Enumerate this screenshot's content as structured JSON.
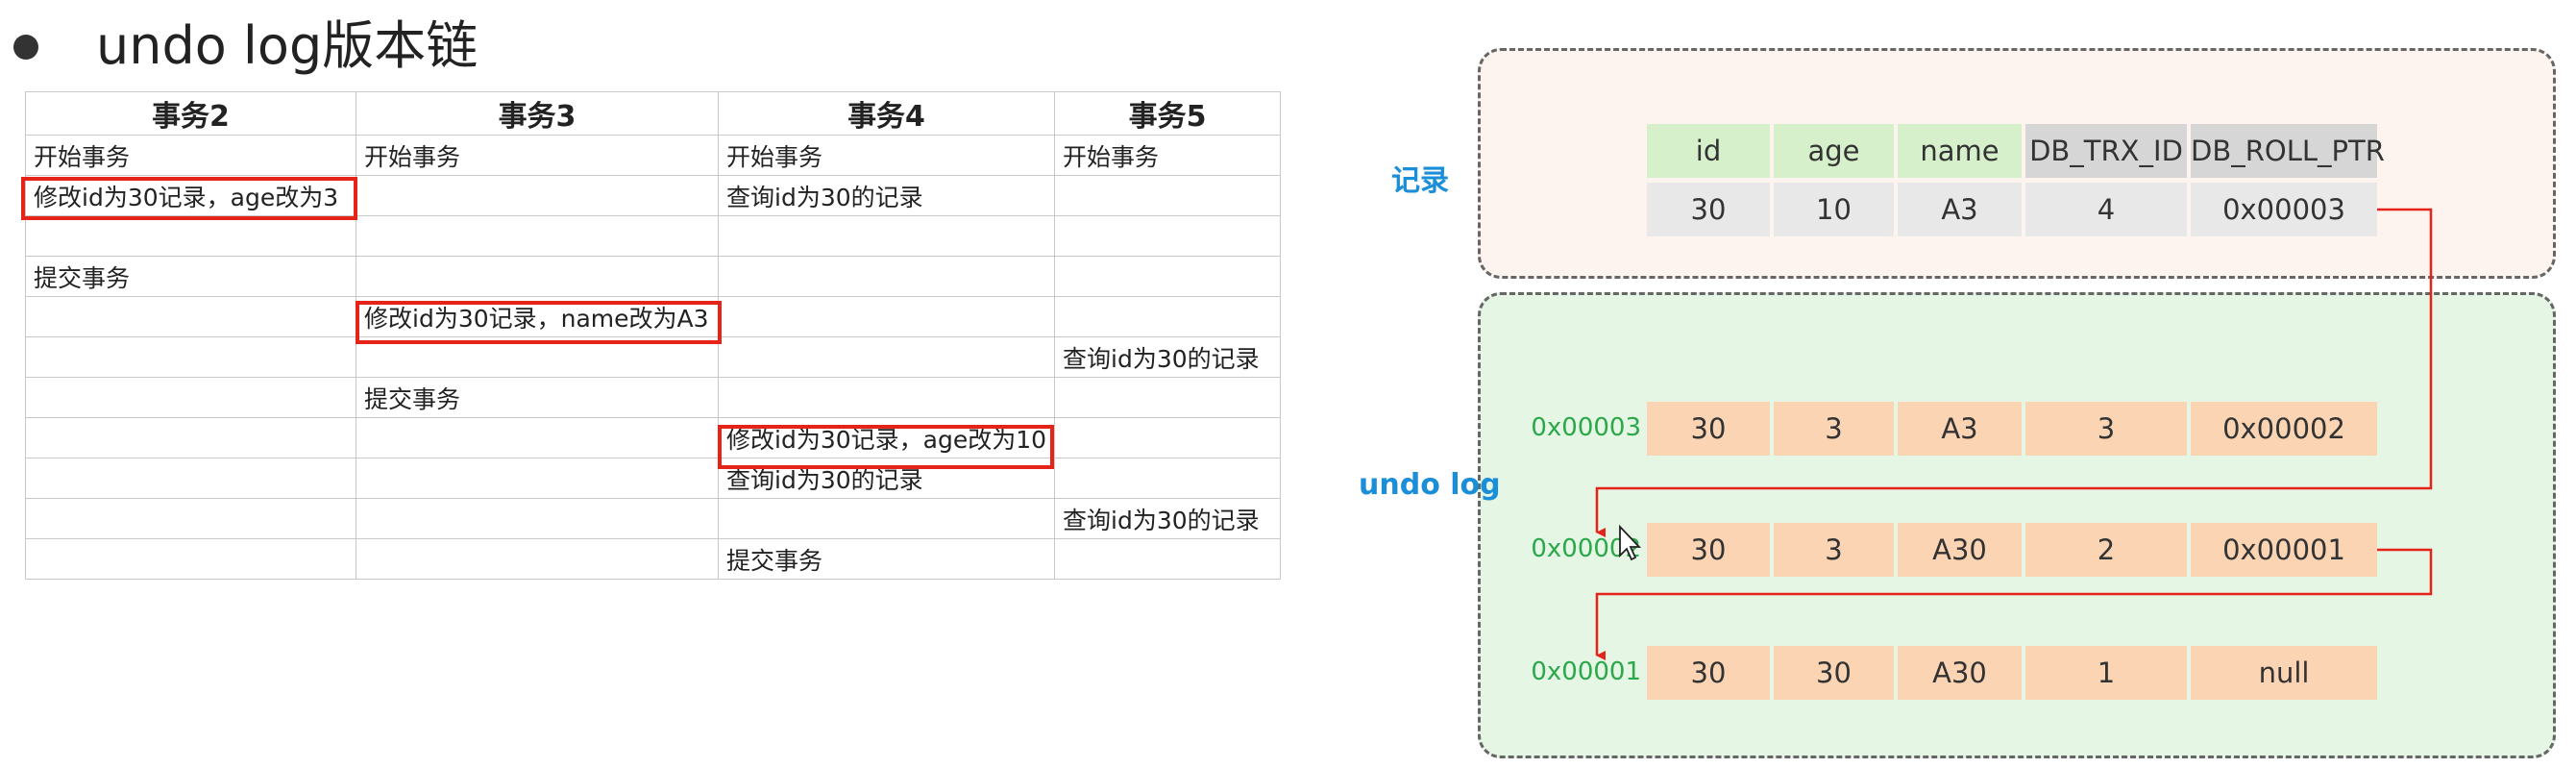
{
  "title": "undo log版本链",
  "transactions": {
    "headers": [
      "事务2",
      "事务3",
      "事务4",
      "事务5"
    ],
    "rows": [
      [
        "开始事务",
        "开始事务",
        "开始事务",
        "开始事务"
      ],
      [
        "修改id为30记录，age改为3",
        "",
        "查询id为30的记录",
        ""
      ],
      [
        "",
        "",
        "",
        ""
      ],
      [
        "提交事务",
        "",
        "",
        ""
      ],
      [
        "",
        "修改id为30记录，name改为A3",
        "",
        ""
      ],
      [
        "",
        "",
        "",
        "查询id为30的记录"
      ],
      [
        "",
        "提交事务",
        "",
        ""
      ],
      [
        "",
        "",
        "修改id为30记录，age改为10",
        ""
      ],
      [
        "",
        "",
        "查询id为30的记录",
        ""
      ],
      [
        "",
        "",
        "",
        "查询id为30的记录"
      ],
      [
        "",
        "",
        "提交事务",
        ""
      ]
    ]
  },
  "record": {
    "label": "记录",
    "headers": [
      "id",
      "age",
      "name",
      "DB_TRX_ID",
      "DB_ROLL_PTR"
    ],
    "values": [
      "30",
      "10",
      "A3",
      "4",
      "0x00003"
    ]
  },
  "undo_log": {
    "label": "undo log",
    "entries": [
      {
        "address": "0x00003",
        "values": [
          "30",
          "3",
          "A3",
          "3",
          "0x00002"
        ]
      },
      {
        "address": "0x00002",
        "values": [
          "30",
          "3",
          "A30",
          "2",
          "0x00001"
        ]
      },
      {
        "address": "0x00001",
        "values": [
          "30",
          "30",
          "A30",
          "1",
          "null"
        ]
      }
    ]
  },
  "colors": {
    "highlight": "#e52319",
    "arrow": "#e52319",
    "label_blue": "#1a8ed8",
    "address_green": "#2aa84a",
    "header_green": "#d6f0cb",
    "header_gray": "#d6d6d6",
    "value_gray": "#e8e8e8",
    "value_orange": "#fbd4b4",
    "record_bg": "#fdf4f0",
    "undo_bg": "#e6f6e4"
  }
}
